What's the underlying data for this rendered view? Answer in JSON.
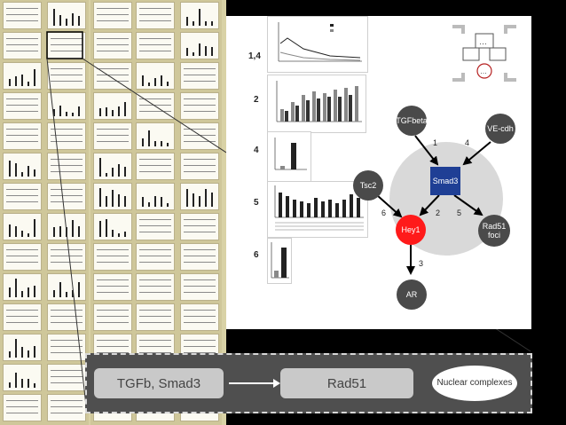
{
  "figure_panel": {
    "row_labels": [
      "1,4",
      "2",
      "4",
      "5",
      "6"
    ]
  },
  "network": {
    "nodes": {
      "tgfbeta": "TGFbeta",
      "vecdh": "VE-cdh",
      "smad3": "Smad3",
      "tsc2": "Tsc2",
      "hey1": "Hey1",
      "rad51": "Rad51 foci",
      "ar": "AR"
    },
    "edge_labels": {
      "tgf_smad": "1",
      "ve_smad": "4",
      "smad_hey": "2",
      "tsc_hey": "6",
      "smad_rad": "5",
      "hey_ar": "3"
    },
    "colors": {
      "smad3": "#1f3f95",
      "hey1": "#ff1a1a",
      "node": "#4a4a4a",
      "halo": "#d9d9d9"
    }
  },
  "flow": {
    "box1": "TGFb, Smad3",
    "box2": "Rad51",
    "ellipse": "Nuclear complexes"
  }
}
